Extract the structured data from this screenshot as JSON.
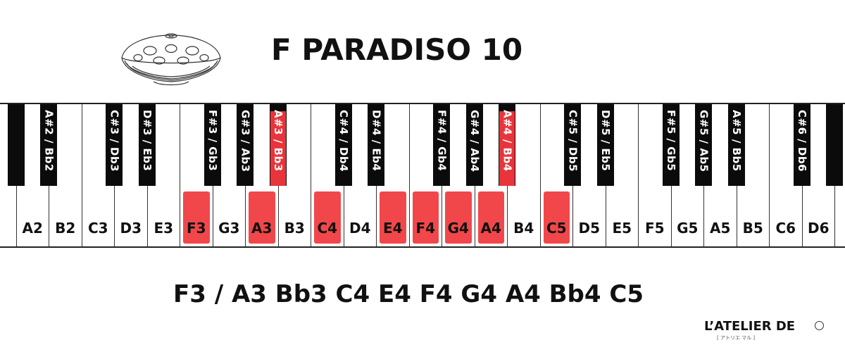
{
  "title": "F PARADISO 10",
  "scale_notes": "F3 / A3 Bb3 C4 E4 F4 G4 A4 Bb4 C5",
  "brand": {
    "name": "L’ATELIER DE",
    "subtitle": "[ アトリエ マル ]"
  },
  "colors": {
    "highlight": "#f2474a",
    "black_key": "#0b0b0b",
    "key_border": "#333333"
  },
  "icons": {
    "illustration": "handpan-icon",
    "brand_mark": "circle-icon"
  },
  "keyboard": {
    "white_keys": [
      {
        "note": "",
        "highlighted": false
      },
      {
        "note": "A2",
        "highlighted": false
      },
      {
        "note": "B2",
        "highlighted": false
      },
      {
        "note": "C3",
        "highlighted": false
      },
      {
        "note": "D3",
        "highlighted": false
      },
      {
        "note": "E3",
        "highlighted": false
      },
      {
        "note": "F3",
        "highlighted": true
      },
      {
        "note": "G3",
        "highlighted": false
      },
      {
        "note": "A3",
        "highlighted": true
      },
      {
        "note": "B3",
        "highlighted": false
      },
      {
        "note": "C4",
        "highlighted": true
      },
      {
        "note": "D4",
        "highlighted": false
      },
      {
        "note": "E4",
        "highlighted": true
      },
      {
        "note": "F4",
        "highlighted": true
      },
      {
        "note": "G4",
        "highlighted": true
      },
      {
        "note": "A4",
        "highlighted": true
      },
      {
        "note": "B4",
        "highlighted": false
      },
      {
        "note": "C5",
        "highlighted": true
      },
      {
        "note": "D5",
        "highlighted": false
      },
      {
        "note": "E5",
        "highlighted": false
      },
      {
        "note": "F5",
        "highlighted": false
      },
      {
        "note": "G5",
        "highlighted": false
      },
      {
        "note": "A5",
        "highlighted": false
      },
      {
        "note": "B5",
        "highlighted": false
      },
      {
        "note": "C6",
        "highlighted": false
      },
      {
        "note": "D6",
        "highlighted": false
      },
      {
        "note": "",
        "highlighted": false
      }
    ],
    "black_keys": [
      {
        "note": "",
        "highlighted": false
      },
      {
        "note": "A#2 / Bb2",
        "highlighted": false
      },
      {
        "note": "C#3 / Db3",
        "highlighted": false
      },
      {
        "note": "D#3 / Eb3",
        "highlighted": false
      },
      {
        "note": "F#3 / Gb3",
        "highlighted": false
      },
      {
        "note": "G#3 / Ab3",
        "highlighted": false
      },
      {
        "note": "A#3 / Bb3",
        "highlighted": true
      },
      {
        "note": "C#4 / Db4",
        "highlighted": false
      },
      {
        "note": "D#4 / Eb4",
        "highlighted": false
      },
      {
        "note": "F#4 / Gb4",
        "highlighted": false
      },
      {
        "note": "G#4 / Ab4",
        "highlighted": false
      },
      {
        "note": "A#4 / Bb4",
        "highlighted": true
      },
      {
        "note": "C#5 / Db5",
        "highlighted": false
      },
      {
        "note": "D#5 / Eb5",
        "highlighted": false
      },
      {
        "note": "F#5 / Gb5",
        "highlighted": false
      },
      {
        "note": "G#5 / Ab5",
        "highlighted": false
      },
      {
        "note": "A#5 / Bb5",
        "highlighted": false
      },
      {
        "note": "C#6 / Db6",
        "highlighted": false
      },
      {
        "note": "",
        "highlighted": false
      }
    ]
  }
}
